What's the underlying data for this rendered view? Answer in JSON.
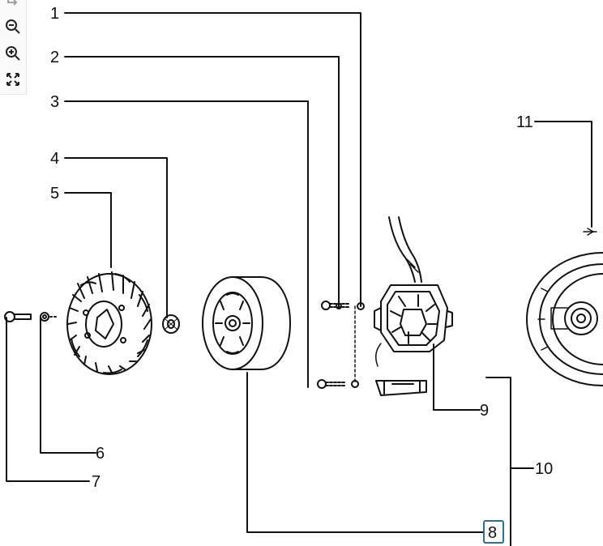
{
  "toolbar": {
    "items": [
      {
        "name": "share-icon"
      },
      {
        "name": "zoom-out-icon"
      },
      {
        "name": "zoom-in-icon"
      },
      {
        "name": "fit-screen-icon"
      }
    ]
  },
  "callouts": {
    "c1": "1",
    "c2": "2",
    "c3": "3",
    "c4": "4",
    "c5": "5",
    "c6": "6",
    "c7": "7",
    "c8": "8",
    "c9": "9",
    "c10": "10",
    "c11": "11"
  },
  "selected_callout": "8",
  "colors": {
    "line": "#111111",
    "selection": "#2e6f97"
  }
}
